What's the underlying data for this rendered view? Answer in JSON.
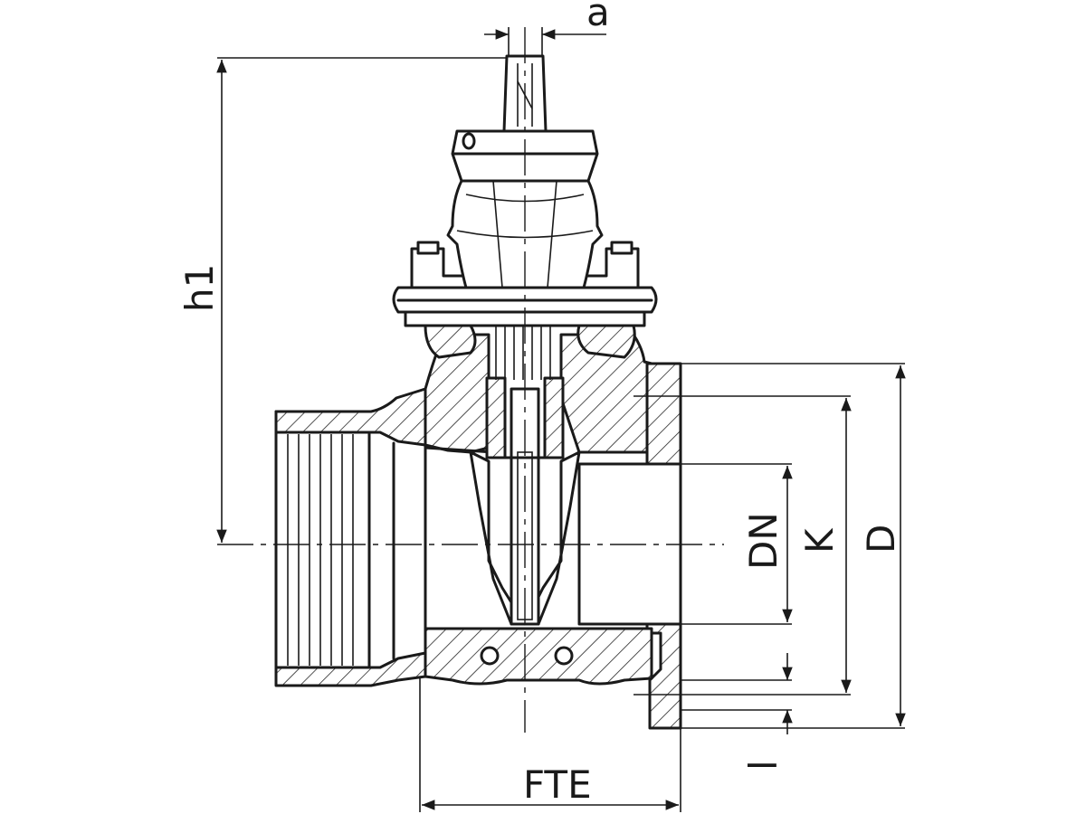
{
  "labels": {
    "a": "a",
    "h1": "h1",
    "dn": "DN",
    "k": "K",
    "d": "D",
    "l": "l",
    "fte": "FTE"
  }
}
